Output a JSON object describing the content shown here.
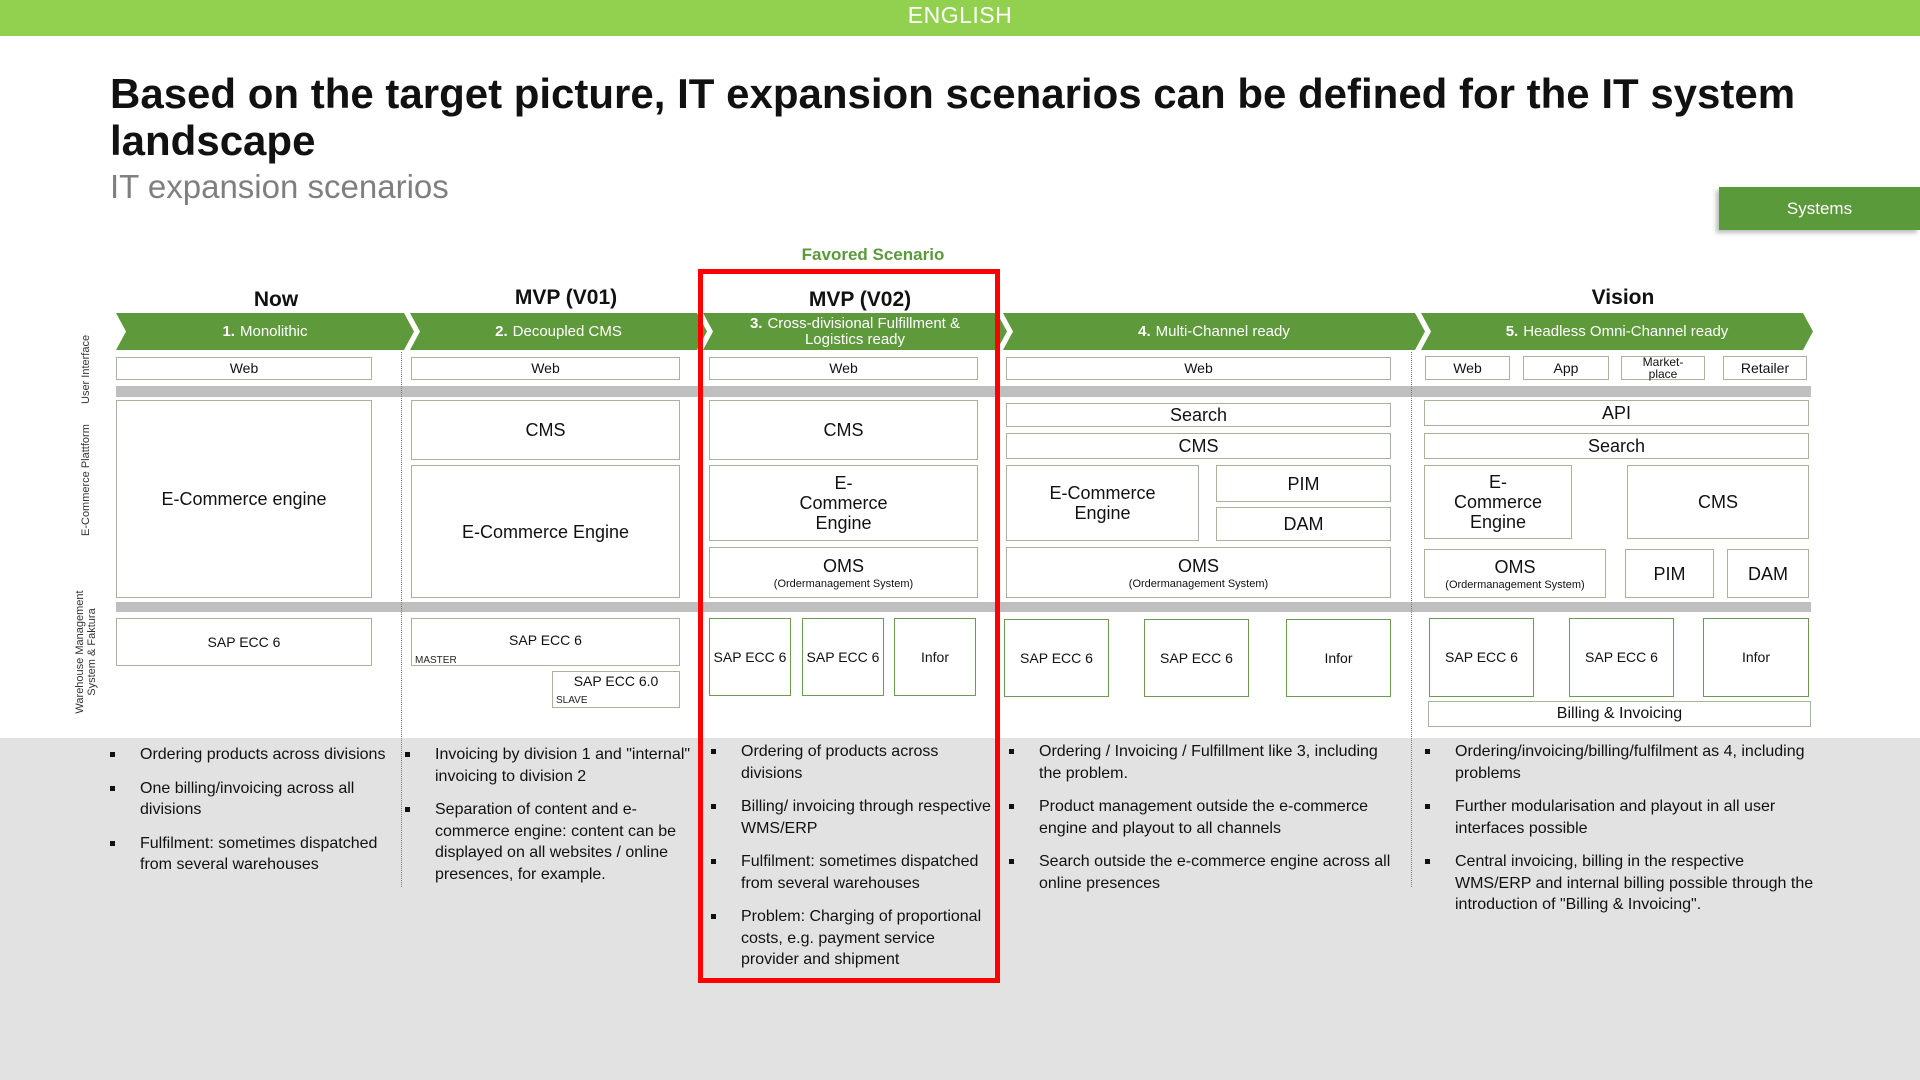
{
  "topbar": {
    "language": "ENGLISH"
  },
  "header": {
    "title": "Based on the target picture, IT expansion scenarios can be defined for the IT system landscape",
    "subtitle": "IT expansion scenarios"
  },
  "side_tab": {
    "label": "Systems"
  },
  "favored_label": "Favored Scenario",
  "row_labels": {
    "ui": "User Interface",
    "platform": "E-Commerce Plattform",
    "wms": "Warehouse Management System & Faktura"
  },
  "columns": [
    {
      "heading": "Now",
      "num": "1.",
      "name": "Monolithic",
      "boxes": {
        "web": "Web",
        "ecom": "E-Commerce engine",
        "sap": "SAP ECC 6"
      },
      "bullets": [
        "Ordering products across divisions",
        "One billing/invoicing across all divisions",
        "Fulfilment: sometimes dispatched from several warehouses"
      ]
    },
    {
      "heading": "MVP (V01)",
      "num": "2.",
      "name": "Decoupled CMS",
      "boxes": {
        "web": "Web",
        "cms": "CMS",
        "ecom": "E-Commerce Engine",
        "sap": "SAP ECC 6",
        "sap_tag": "MASTER",
        "sap2": "SAP ECC 6.0",
        "sap2_tag": "SLAVE"
      },
      "bullets": [
        "Invoicing by division 1 and \"internal\" invoicing to division 2",
        "Separation of content and e-commerce engine: content can be displayed on all websites / online presences, for example."
      ]
    },
    {
      "heading": "MVP (V02)",
      "num": "3.",
      "name": "Cross-divisional Fulfillment & Logistics ready",
      "boxes": {
        "web": "Web",
        "cms": "CMS",
        "ecom": "E-Commerce Engine",
        "oms": "OMS",
        "oms_sub": "(Ordermanagement System)",
        "sap1": "SAP ECC 6",
        "sap2": "SAP ECC 6",
        "infor": "Infor"
      },
      "bullets": [
        "Ordering of products across divisions",
        "Billing/ invoicing through respective WMS/ERP",
        "Fulfilment: sometimes dispatched from several warehouses",
        "Problem: Charging of proportional costs, e.g. payment service provider and shipment"
      ]
    },
    {
      "heading": "",
      "num": "4.",
      "name": "Multi-Channel ready",
      "boxes": {
        "web": "Web",
        "search": "Search",
        "cms": "CMS",
        "ecom": "E-Commerce Engine",
        "pim": "PIM",
        "dam": "DAM",
        "oms": "OMS",
        "oms_sub": "(Ordermanagement System)",
        "sap1": "SAP ECC 6",
        "sap2": "SAP ECC 6",
        "infor": "Infor"
      },
      "bullets": [
        "Ordering / Invoicing / Fulfillment like 3, including the problem.",
        "Product management outside the e-commerce engine and playout to all channels",
        "Search outside the e-commerce engine across all online presences"
      ]
    },
    {
      "heading": "Vision",
      "num": "5.",
      "name": "Headless Omni-Channel ready",
      "boxes": {
        "web": "Web",
        "app": "App",
        "marketplace": "Market-place",
        "retailer": "Retailer",
        "api": "API",
        "search": "Search",
        "ecom": "E-Commerce Engine",
        "cms": "CMS",
        "oms": "OMS",
        "oms_sub": "(Ordermanagement System)",
        "pim": "PIM",
        "dam": "DAM",
        "sap1": "SAP ECC 6",
        "sap2": "SAP ECC 6",
        "infor": "Infor",
        "billing": "Billing & Invoicing"
      },
      "bullets": [
        "Ordering/invoicing/billing/fulfilment as 4, including problems",
        "Further modularisation and playout in all user interfaces possible",
        "Central invoicing, billing in the respective WMS/ERP and internal billing possible through the introduction of \"Billing & Invoicing\"."
      ]
    }
  ],
  "colors": {
    "topbar": "#92d050",
    "chevron": "#5e9a3c",
    "highlight": "#ff0000",
    "favored": "#5a9a3a"
  }
}
